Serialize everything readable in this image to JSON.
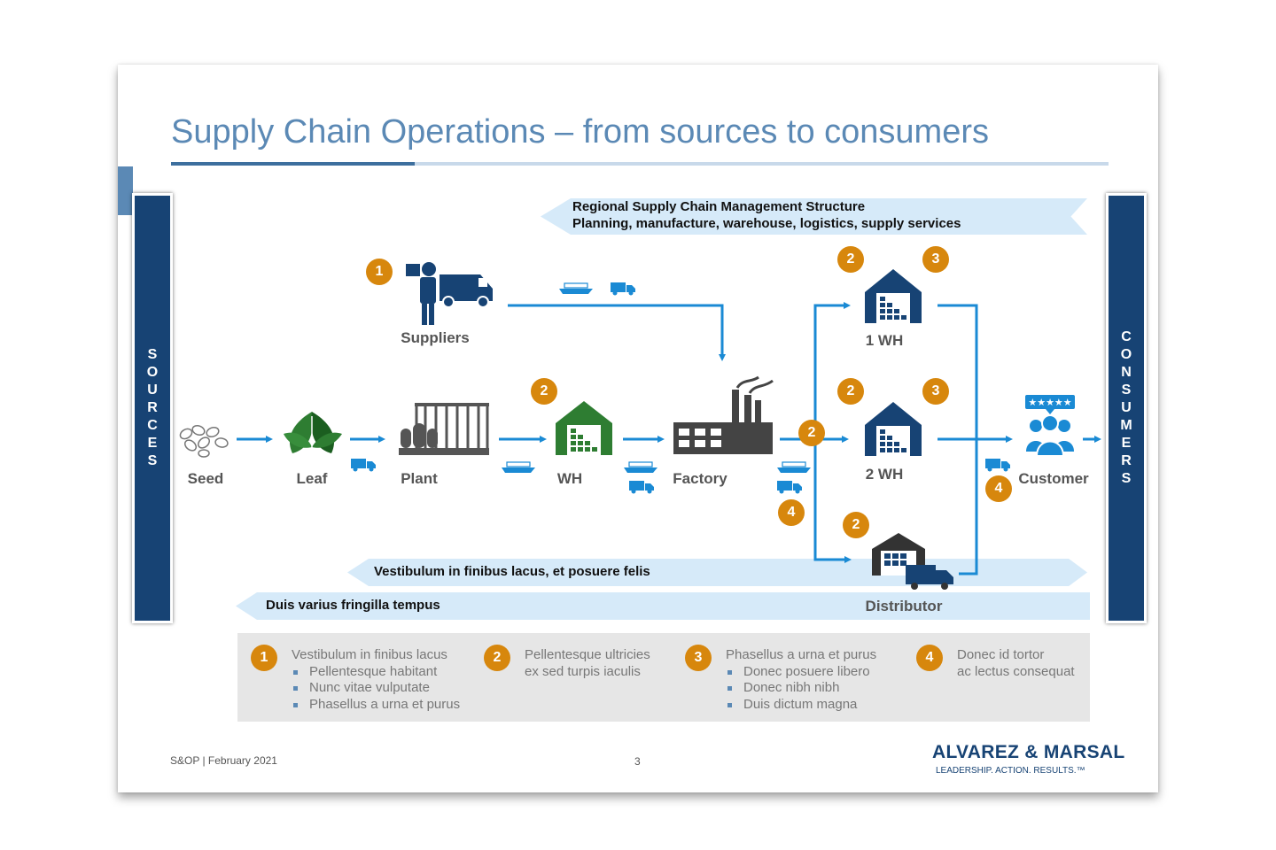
{
  "title": "Supply Chain Operations – from sources to consumers",
  "sidebars": {
    "sources": "SOURCES",
    "consumers": "CONSUMERS"
  },
  "banners": {
    "top_line1": "Regional Supply Chain Management Structure",
    "top_line2": "Planning, manufacture, warehouse, logistics, supply services",
    "middle": "Vestibulum in finibus lacus, et posuere felis",
    "bottom": "Duis varius fringilla tempus"
  },
  "nodes": {
    "suppliers": "Suppliers",
    "seed": "Seed",
    "leaf": "Leaf",
    "plant": "Plant",
    "wh": "WH",
    "factory": "Factory",
    "wh1": "1 WH",
    "wh2": "2 WH",
    "distributor": "Distributor",
    "customer": "Customer"
  },
  "badges": {
    "b1": "1",
    "b2": "2",
    "b3": "3",
    "b4": "4"
  },
  "legend": [
    {
      "num": "1",
      "lines": [
        "Vestibulum in finibus lacus"
      ],
      "bullets": [
        "Pellentesque habitant",
        "Nunc vitae vulputate",
        "Phasellus a urna et purus"
      ]
    },
    {
      "num": "2",
      "lines": [
        "Pellentesque ultricies",
        "ex sed turpis iaculis"
      ],
      "bullets": []
    },
    {
      "num": "3",
      "lines": [
        "Phasellus a urna et purus"
      ],
      "bullets": [
        "Donec posuere libero",
        "Donec nibh nibh",
        " Duis dictum magna"
      ]
    },
    {
      "num": "4",
      "lines": [
        "Donec id tortor",
        "ac lectus consequat"
      ],
      "bullets": []
    }
  ],
  "footer": {
    "left": "S&OP | February 2021",
    "page": "3"
  },
  "logo": {
    "name": "ALVAREZ & MARSAL",
    "tagline": "LEADERSHIP. ACTION. RESULTS.™"
  },
  "colors": {
    "flow_blue": "#1a8ad4",
    "navy": "#174374",
    "badge": "#d7870d",
    "banner": "#d6eaf9",
    "green": "#2e7d32"
  },
  "icons": [
    "seeds-icon",
    "leaf-icon",
    "plant-icon",
    "warehouse-icon",
    "factory-icon",
    "customer-group-icon",
    "supplier-truck-icon",
    "ship-icon",
    "truck-icon",
    "distributor-icon"
  ]
}
